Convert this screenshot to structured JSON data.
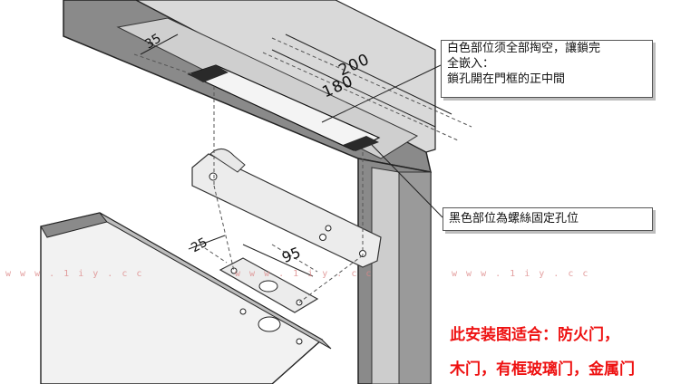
{
  "callouts": {
    "top_line1": "白色部位须全部掏空，讓鎖完",
    "top_line2": "全嵌入：",
    "top_line3": "鎖孔開在門框的正中間",
    "bottom": "黑色部位為螺絲固定孔位"
  },
  "dimensions": {
    "d35": "35",
    "d200": "200",
    "d180": "180",
    "d25": "25",
    "d95": "95"
  },
  "watermarks": [
    "w w w . 1 i y . c c",
    "w w w . 1 i y . c c",
    "w w w . 1 i y . c c"
  ],
  "notes": {
    "line1": "此安装图适合：防火门，",
    "line2": "木门，有框玻璃门，金属门"
  },
  "colors": {
    "frame_gray": "#7f7f7f",
    "frame_light": "#d3d3d3",
    "note_red": "#ee1111",
    "black_hole": "#2a2a2a"
  }
}
